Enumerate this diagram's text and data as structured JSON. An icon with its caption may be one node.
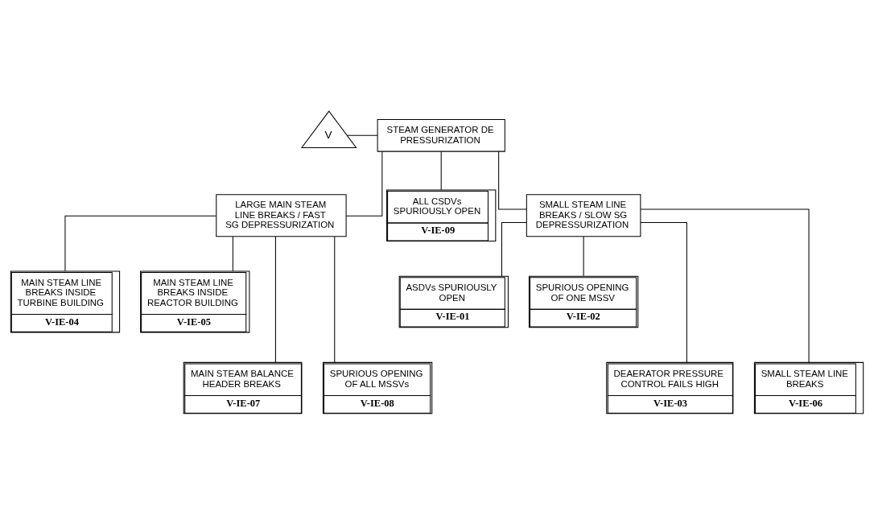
{
  "diagram": {
    "nodes": [
      {
        "text": [
          "V"
        ]
      },
      {
        "text": [
          "STEAM GENERATOR DE PRESSURIZATION"
        ]
      },
      {
        "text": [
          "LARGE MAIN STEAM LINE BREAKS / FAST SG DEPRESSURIZATION"
        ]
      },
      {
        "text": [
          "ALL CSDVs SPURIOUSLY OPEN",
          "V-IE-09"
        ]
      },
      {
        "text": [
          "SMALL STEAM LINE BREAKS / SLOW SG DEPRESSURIZATION"
        ]
      },
      {
        "text": [
          "MAIN STEAM LINE BREAKS INSIDE TURBINE BUILDING",
          "V-IE-04"
        ]
      },
      {
        "text": [
          "MAIN STEAM LINE BREAKS INSIDE REACTOR BUILDING",
          "V-IE-05"
        ]
      },
      {
        "text": [
          "ASDVs SPURIOUSLY OPEN",
          "V-IE-01"
        ]
      },
      {
        "text": [
          "SPURIOUS OPENING OF ONE MSSV",
          "V-IE-02"
        ]
      },
      {
        "text": [
          "MAIN STEAM BALANCE HEADER BREAKS",
          "V-IE-07"
        ]
      },
      {
        "text": [
          "SPURIOUS OPENING OF ALL MSSVs",
          "V-IE-08"
        ]
      },
      {
        "text": [
          "DEAERATOR PRESSURE CONTROL FAILS HIGH",
          "V-IE-03"
        ]
      },
      {
        "text": [
          "SMALL STEAM LINE BREAKS",
          "V-IE-06"
        ]
      }
    ],
    "edges": [
      {
        "from": 0,
        "to": 1,
        "arrow": "none"
      },
      {
        "from": 1,
        "to": 2,
        "arrow": "none"
      },
      {
        "from": 1,
        "to": 3,
        "arrow": "none"
      },
      {
        "from": 1,
        "to": 4,
        "arrow": "none"
      },
      {
        "from": 2,
        "to": 5,
        "arrow": "none"
      },
      {
        "from": 2,
        "to": 6,
        "arrow": "none"
      },
      {
        "from": 2,
        "to": 9,
        "arrow": "none"
      },
      {
        "from": 2,
        "to": 10,
        "arrow": "none"
      },
      {
        "from": 4,
        "to": 7,
        "arrow": "none"
      },
      {
        "from": 4,
        "to": 8,
        "arrow": "none"
      },
      {
        "from": 4,
        "to": 11,
        "arrow": "none"
      },
      {
        "from": 4,
        "to": 12,
        "arrow": "none"
      }
    ]
  }
}
